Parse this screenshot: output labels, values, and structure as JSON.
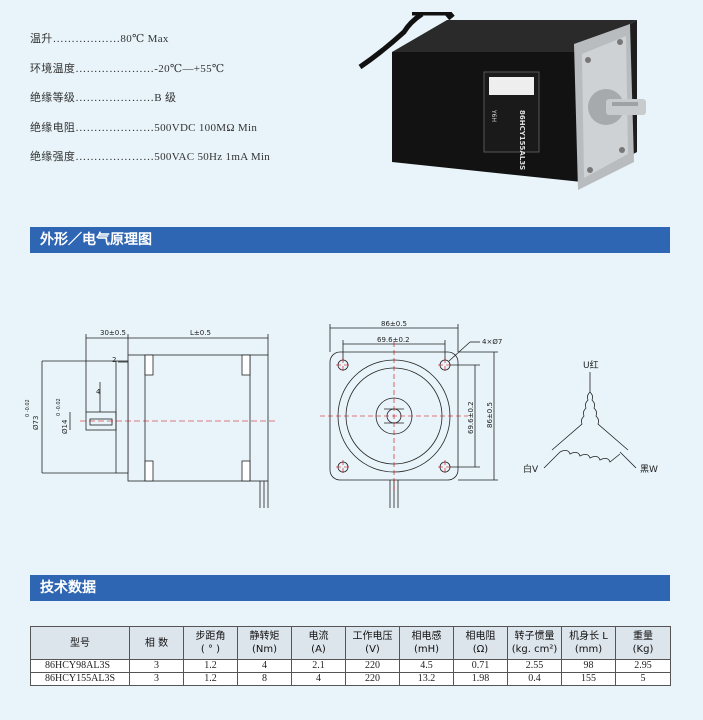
{
  "specs": [
    "温升………………80℃ Max",
    "环境温度…………………-20℃—+55℃",
    "绝缘等级…………………B 级",
    "绝缘电阻…………………500VDC 100MΩ  Min",
    "绝缘强度…………………500VAC 50Hz 1mA Min"
  ],
  "motor_label": {
    "model": "86HCY155AL3S",
    "brand": "Y6H"
  },
  "section_outline": {
    "title": "外形／电气原理图"
  },
  "section_tech": {
    "title": "技术数据"
  },
  "drawing": {
    "side": {
      "d1": "30±0.5",
      "d2": "L±0.5",
      "d3": "2",
      "d4": "4",
      "d5": "Ø73",
      "d5_tol": "0 -0.02",
      "d6": "Ø14",
      "d6_tol": "0 -0.02"
    },
    "front": {
      "w1": "86±0.5",
      "w2": "69.6±0.2",
      "hole": "4×Ø7",
      "h1": "69.6±0.2",
      "h2": "86±0.5"
    },
    "wiring": {
      "u": "U红",
      "v": "白V",
      "w": "黑W"
    }
  },
  "table": {
    "headers": [
      [
        "型号"
      ],
      [
        "相 数"
      ],
      [
        "步距角",
        "( ° )"
      ],
      [
        "静转矩",
        "(Nm)"
      ],
      [
        "电流",
        "(A)"
      ],
      [
        "工作电压",
        "(V)"
      ],
      [
        "相电感",
        "(mH)"
      ],
      [
        "相电阻",
        "(Ω)"
      ],
      [
        "转子惯量",
        "(kg. cm²)"
      ],
      [
        "机身长 L",
        "(mm)"
      ],
      [
        "重量",
        "(Kg)"
      ]
    ],
    "rows": [
      [
        "86HCY98AL3S",
        "3",
        "1.2",
        "4",
        "2.1",
        "220",
        "4.5",
        "0.71",
        "2.55",
        "98",
        "2.95"
      ],
      [
        "86HCY155AL3S",
        "3",
        "1.2",
        "8",
        "4",
        "220",
        "13.2",
        "1.98",
        "0.4",
        "155",
        "5"
      ]
    ]
  }
}
